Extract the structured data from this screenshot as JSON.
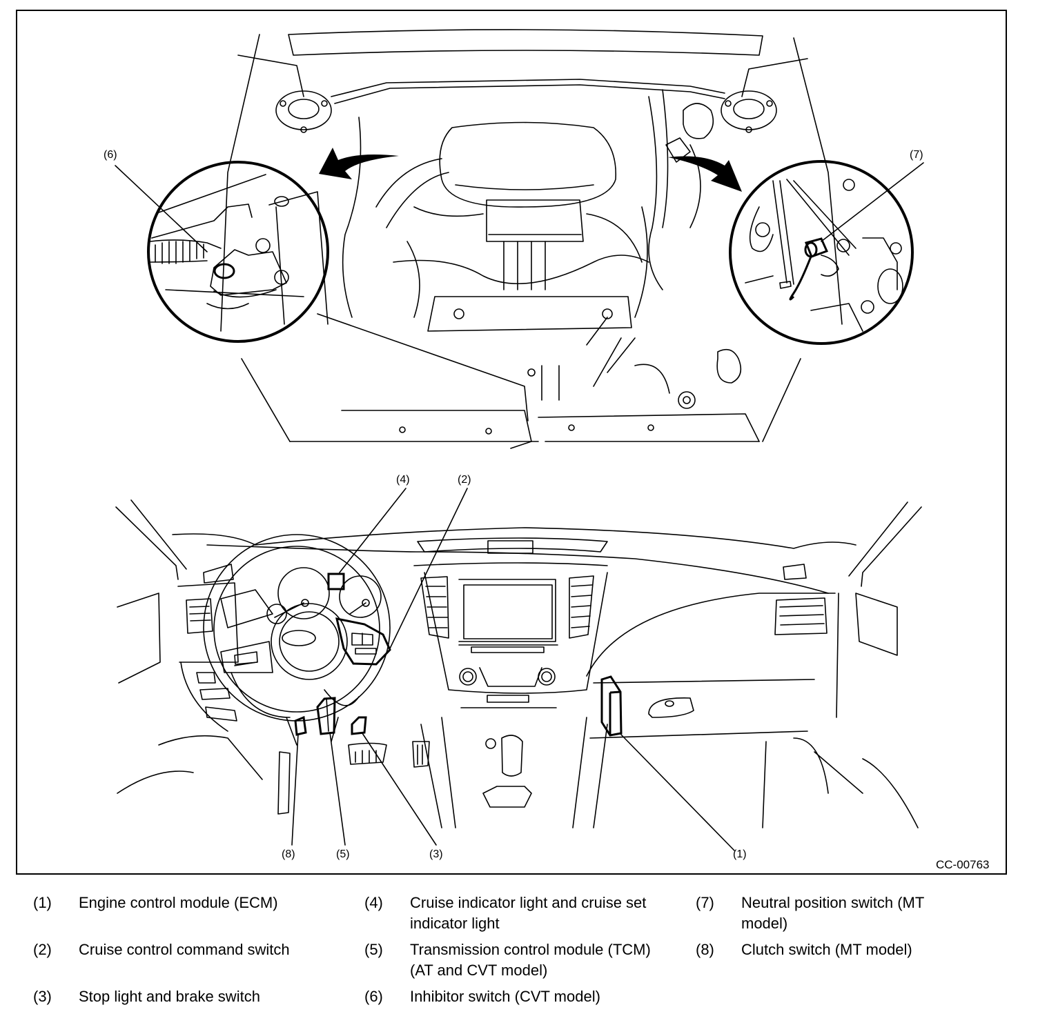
{
  "figure": {
    "id": "CC-00763",
    "title": "Cruise control system component locations",
    "panels": [
      "engine-compartment",
      "instrument-panel"
    ]
  },
  "callouts": [
    {
      "num": "(1)",
      "target": "ecm"
    },
    {
      "num": "(2)",
      "target": "cruise-control-command-switch"
    },
    {
      "num": "(3)",
      "target": "stop-light-and-brake-switch"
    },
    {
      "num": "(4)",
      "target": "cruise-indicator-light"
    },
    {
      "num": "(5)",
      "target": "tcm"
    },
    {
      "num": "(6)",
      "target": "inhibitor-switch"
    },
    {
      "num": "(7)",
      "target": "neutral-position-switch"
    },
    {
      "num": "(8)",
      "target": "clutch-switch"
    }
  ],
  "legend": [
    {
      "num": "(1)",
      "text": "Engine control module (ECM)"
    },
    {
      "num": "(2)",
      "text": "Cruise control command switch"
    },
    {
      "num": "(3)",
      "text": "Stop light and brake switch"
    },
    {
      "num": "(4)",
      "text": "Cruise indicator light and cruise set indicator light"
    },
    {
      "num": "(5)",
      "text": "Transmission control module (TCM) (AT and CVT model)"
    },
    {
      "num": "(6)",
      "text": "Inhibitor switch (CVT model)"
    },
    {
      "num": "(7)",
      "text": "Neutral position switch (MT model)"
    },
    {
      "num": "(8)",
      "text": "Clutch switch (MT model)"
    }
  ]
}
